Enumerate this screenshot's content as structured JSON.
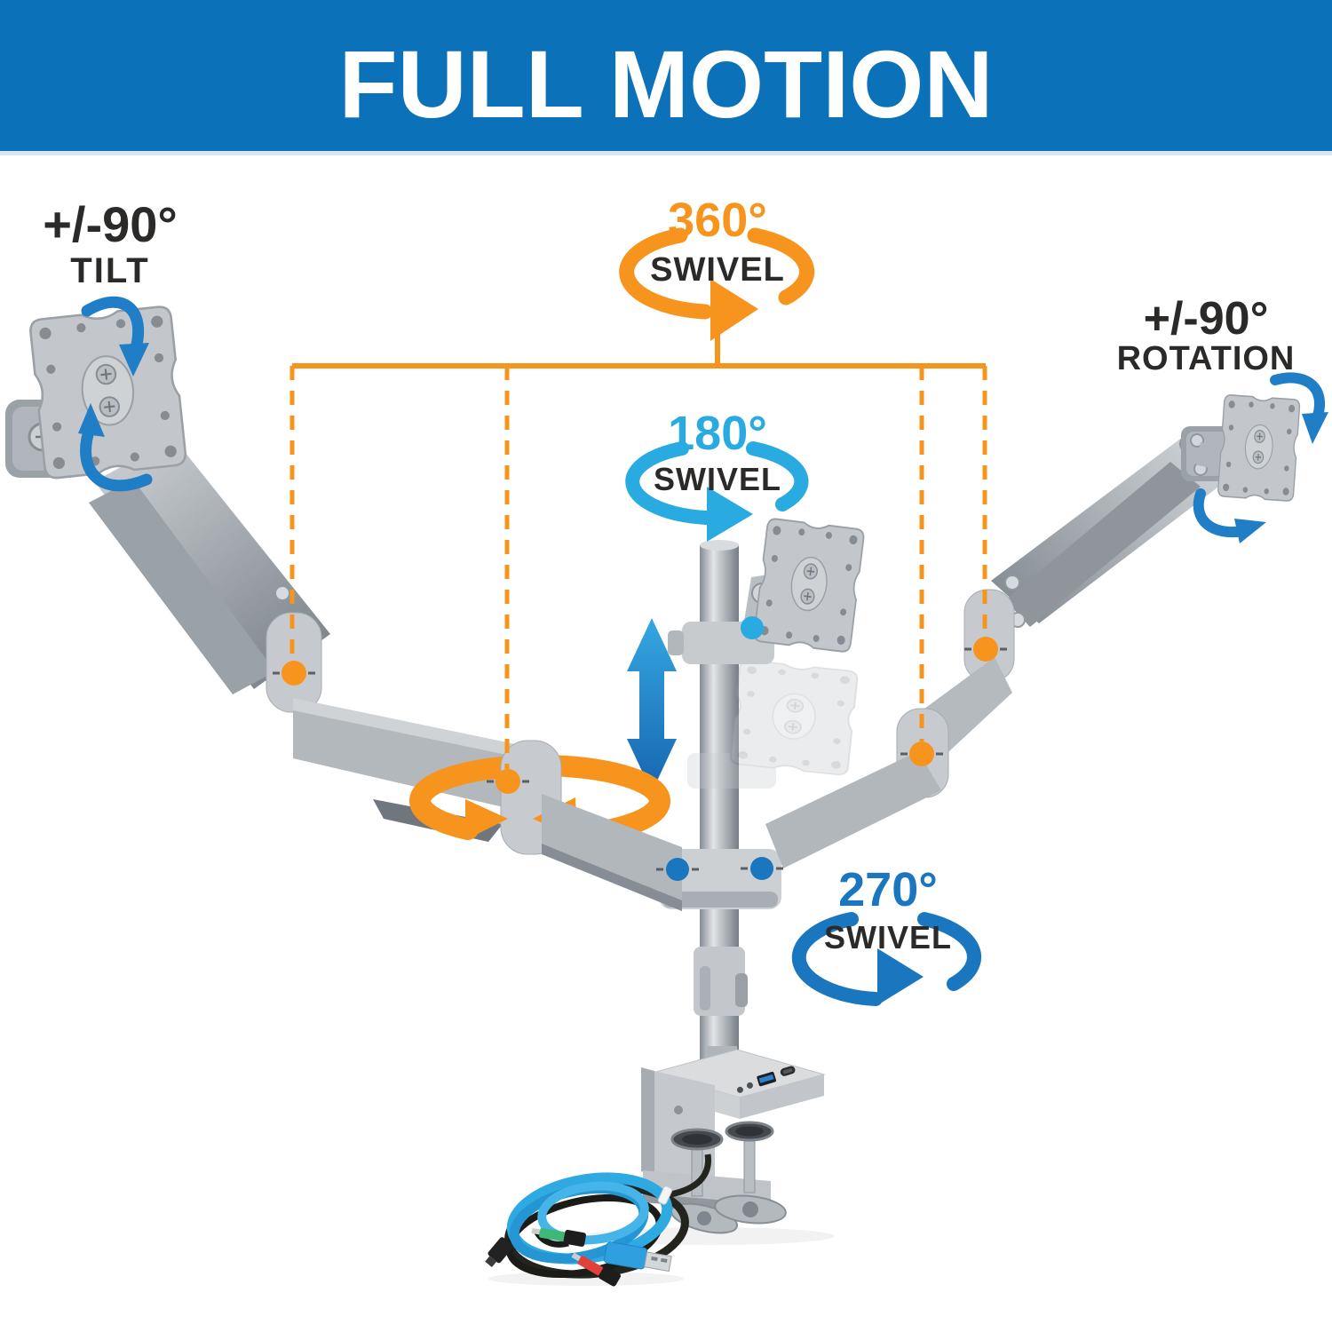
{
  "header": {
    "title": "FULL MOTION",
    "background": "#0b72ba",
    "text_color": "#ffffff"
  },
  "annotations": {
    "tilt": {
      "degrees": "+/-90°",
      "label": "TILT",
      "text_color": "#2b2a29"
    },
    "swivel_360": {
      "degrees": "360°",
      "label": "SWIVEL",
      "degrees_color": "#f7941e"
    },
    "swivel_180": {
      "degrees": "180°",
      "label": "SWIVEL",
      "degrees_color": "#29abe2"
    },
    "swivel_270": {
      "degrees": "270°",
      "label": "SWIVEL",
      "degrees_color": "#1b76c0"
    },
    "rotation": {
      "degrees": "+/-90°",
      "label": "ROTATION",
      "text_color": "#2b2a29"
    }
  },
  "icons": [
    "tilt-arrows-icon",
    "swivel-ring-360-icon",
    "swivel-ring-180-icon",
    "swivel-ring-270-icon",
    "rotation-arrows-icon",
    "height-adjust-arrow-icon",
    "orange-rotation-ring-icon",
    "joint-marker-dot",
    "usb-a-port",
    "usb-c-port",
    "audio-port"
  ],
  "colors": {
    "header_blue": "#0b72ba",
    "orange": "#f7941e",
    "light_blue": "#29abe2",
    "mid_blue": "#1b76c0",
    "arrow_blue": "#1f7ec5",
    "dark_text": "#2b2a29",
    "arm_silver": "#b8bdc2"
  }
}
